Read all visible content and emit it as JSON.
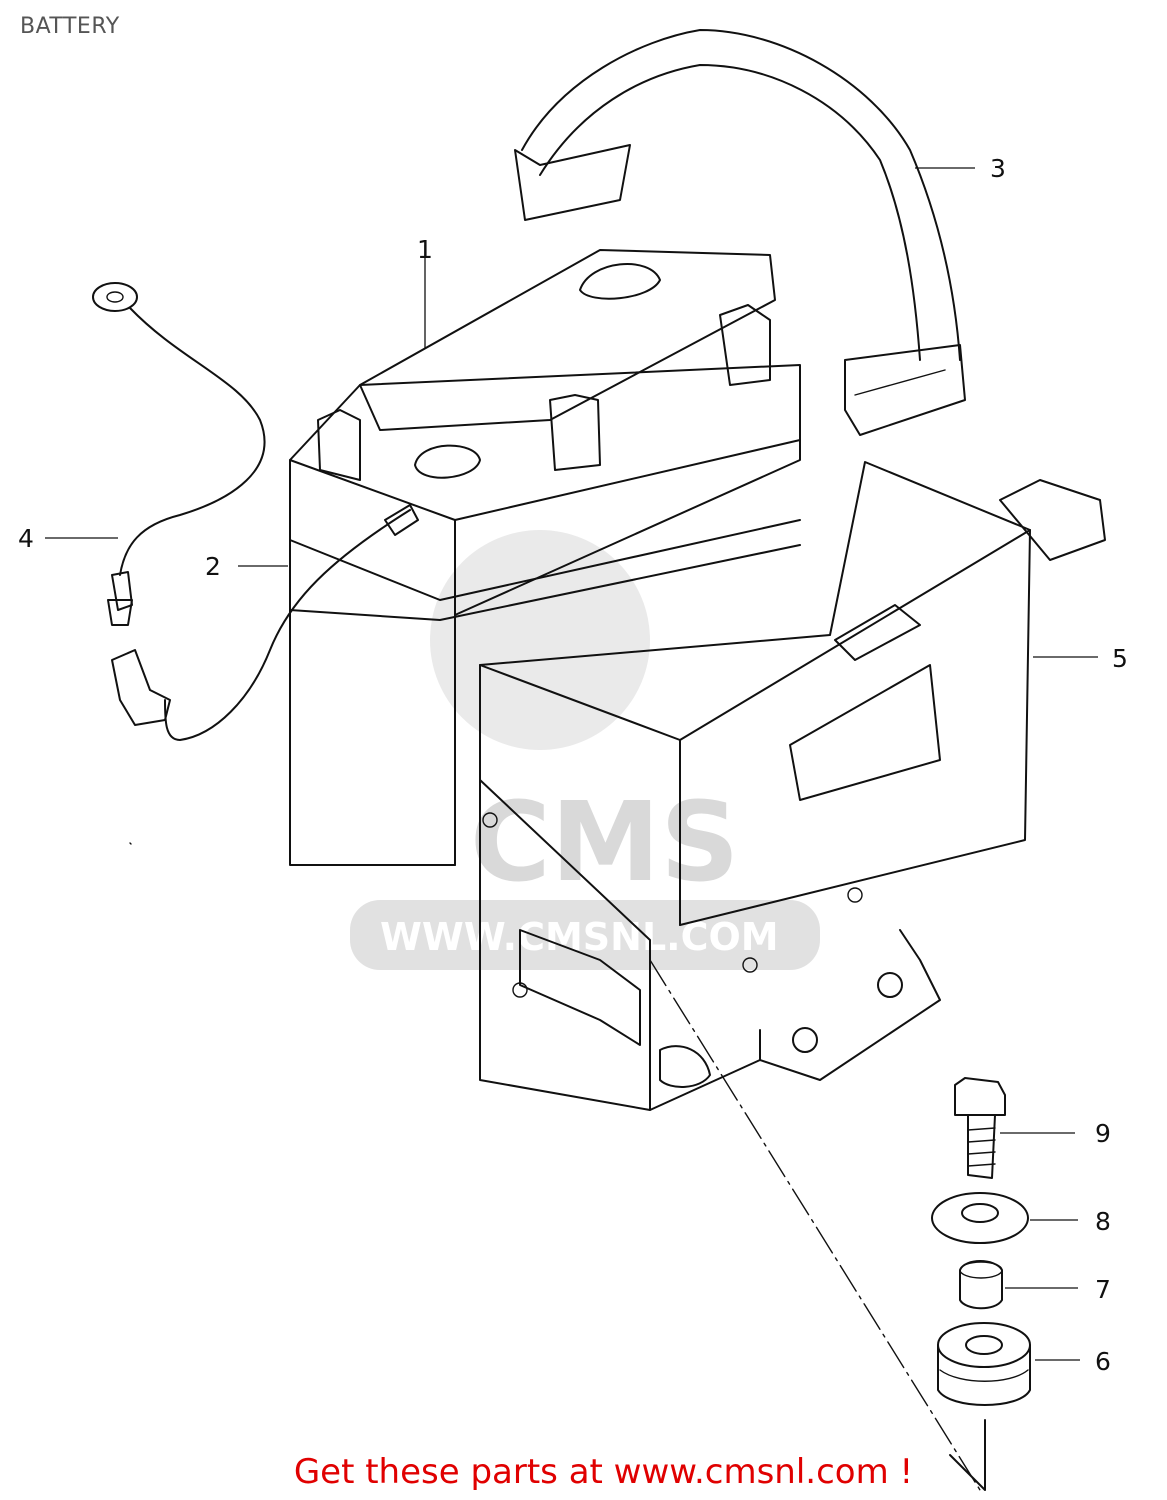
{
  "title": "BATTERY",
  "callouts": [
    {
      "id": "1",
      "label": "1"
    },
    {
      "id": "2",
      "label": "2"
    },
    {
      "id": "3",
      "label": "3"
    },
    {
      "id": "4",
      "label": "4"
    },
    {
      "id": "5",
      "label": "5"
    },
    {
      "id": "6",
      "label": "6"
    },
    {
      "id": "7",
      "label": "7"
    },
    {
      "id": "8",
      "label": "8"
    },
    {
      "id": "9",
      "label": "9"
    }
  ],
  "watermark": {
    "text": "WWW.CMSNL.COM",
    "logo_text": "CMS"
  },
  "footer": {
    "text": "Get these parts at www.cmsnl.com !",
    "color": "#e00000"
  }
}
